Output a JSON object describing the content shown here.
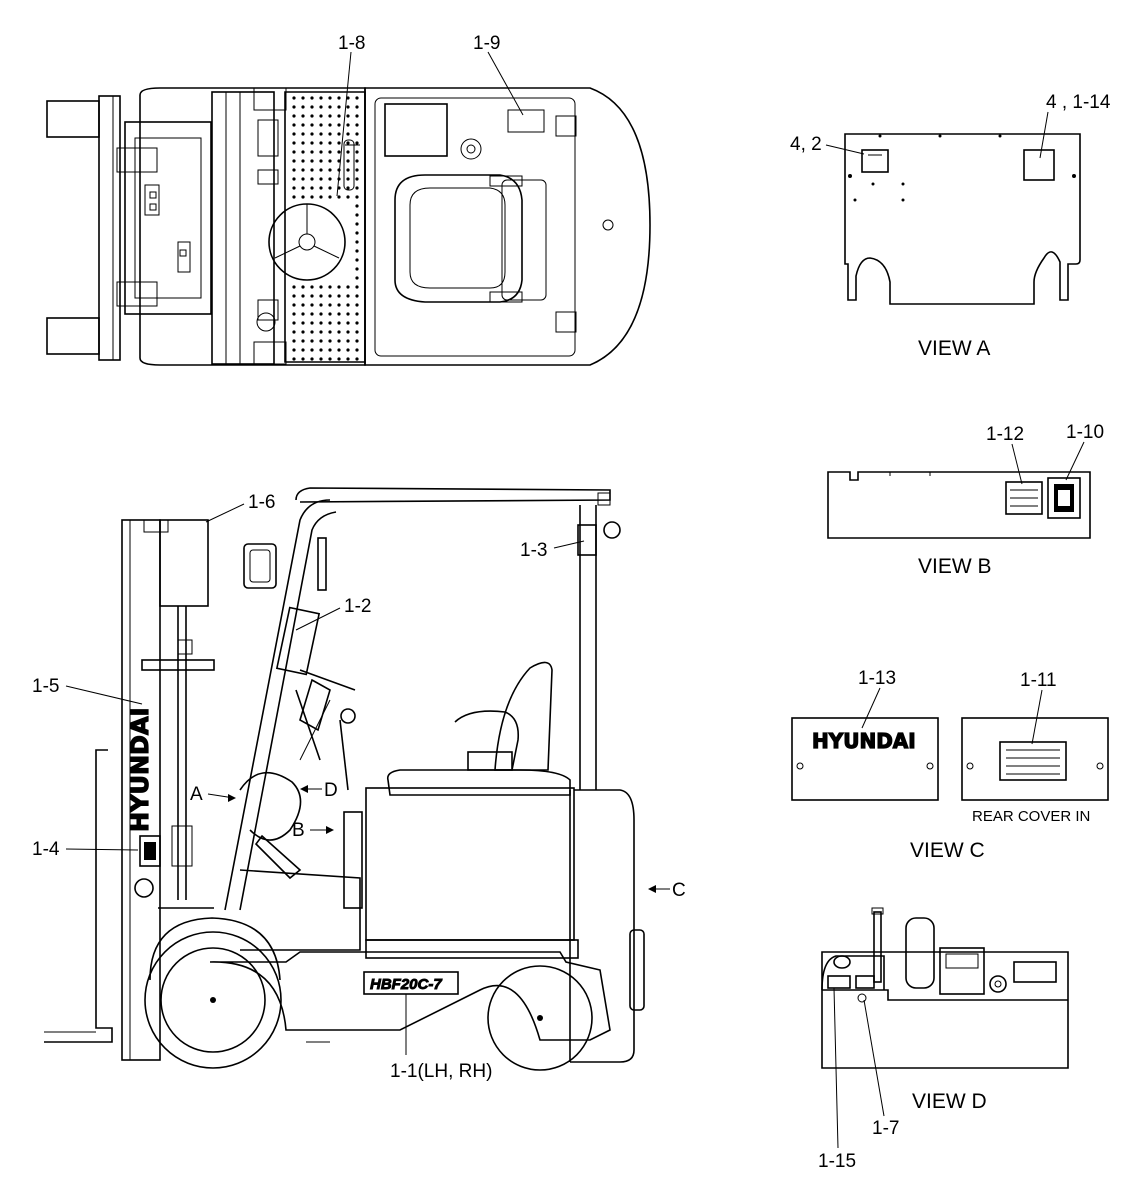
{
  "labels": {
    "l_1_8": "1-8",
    "l_1_9": "1-9",
    "l_4_2": "4, 2",
    "l_4_1_14": "4 , 1-14",
    "l_1_12": "1-12",
    "l_1_10": "1-10",
    "l_1_6": "1-6",
    "l_1_3": "1-3",
    "l_1_2": "1-2",
    "l_1_5": "1-5",
    "l_1_4": "1-4",
    "l_1_13": "1-13",
    "l_1_11": "1-11",
    "l_1_1": "1-1(LH, RH)",
    "l_1_7": "1-7",
    "l_1_15": "1-15",
    "arrow_a": "A",
    "arrow_b": "B",
    "arrow_c": "C",
    "arrow_d": "D"
  },
  "views": {
    "view_a": "VIEW A",
    "view_b": "VIEW B",
    "view_c": "VIEW C",
    "view_d": "VIEW D",
    "rear_cover_in": "REAR COVER IN"
  },
  "brand": {
    "mast_text": "HYUNDAI",
    "plate_text": "HYUNDAI",
    "model_text": "HBF20C-7"
  }
}
